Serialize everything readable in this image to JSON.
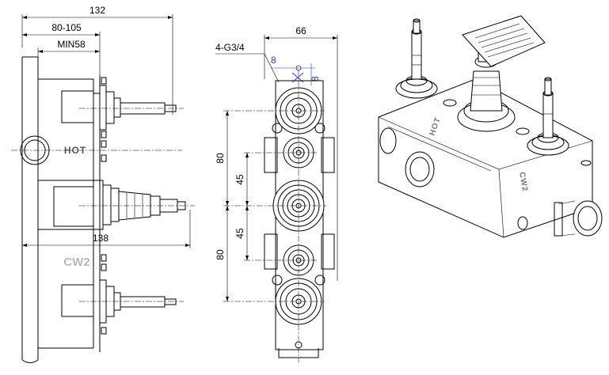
{
  "side_view": {
    "dim_overall": "132",
    "dim_depth_range": "80-105",
    "dim_min_depth": "MIN58",
    "dim_lower": "138",
    "label_hot": "HOT",
    "label_cw2": "CW2"
  },
  "front_view": {
    "dim_width": "66",
    "thread_spec": "4-G3/4",
    "dim_slot_width": "8",
    "dim_slot_height": "8",
    "dim_pitch_top": "80",
    "dim_pitch_mid_upper": "45",
    "dim_pitch_mid_lower": "45",
    "dim_pitch_bottom": "80",
    "dim_color": "#1f3fd6"
  },
  "iso_view": {
    "label_hot": "HOT",
    "label_cw2": "CW2"
  }
}
